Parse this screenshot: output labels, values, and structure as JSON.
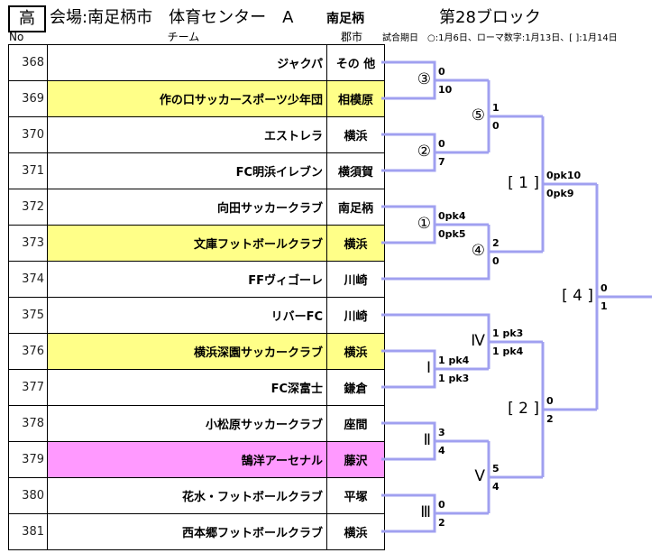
{
  "header": {
    "grade": "高",
    "venue": "会場:南足柄市　体育センター　A",
    "venue_city": "南足柄",
    "block_title": "第28ブロック",
    "schedule_note": "試合期日　○:1月6日、ローマ数字:1月13日、[ ]:1月14日"
  },
  "columns": {
    "no": "No",
    "team": "チーム",
    "city": "郡市"
  },
  "colors": {
    "bracket_line": "#a0a0f0",
    "highlight_yellow": "#ffff88",
    "highlight_pink": "#ff99ff"
  },
  "teams": [
    {
      "no": "368",
      "name": "ジャクパ",
      "city": "その 他",
      "highlight": "none"
    },
    {
      "no": "369",
      "name": "作の口サッカースポーツ少年団",
      "city": "相模原",
      "highlight": "yellow"
    },
    {
      "no": "370",
      "name": "エストレラ",
      "city": "横浜",
      "highlight": "none"
    },
    {
      "no": "371",
      "name": "FC明浜イレブン",
      "city": "横須賀",
      "highlight": "none"
    },
    {
      "no": "372",
      "name": "向田サッカークラブ",
      "city": "南足柄",
      "highlight": "none"
    },
    {
      "no": "373",
      "name": "文庫フットボールクラブ",
      "city": "横浜",
      "highlight": "yellow"
    },
    {
      "no": "374",
      "name": "FFヴィゴーレ",
      "city": "川崎",
      "highlight": "none"
    },
    {
      "no": "375",
      "name": "リバーFC",
      "city": "川崎",
      "highlight": "none"
    },
    {
      "no": "376",
      "name": "横浜深園サッカークラブ",
      "city": "横浜",
      "highlight": "yellow"
    },
    {
      "no": "377",
      "name": "FC深富士",
      "city": "鎌倉",
      "highlight": "none"
    },
    {
      "no": "378",
      "name": "小松原サッカークラブ",
      "city": "座間",
      "highlight": "none"
    },
    {
      "no": "379",
      "name": "鵠洋アーセナル",
      "city": "藤沢",
      "highlight": "pink"
    },
    {
      "no": "380",
      "name": "花水・フットボールクラブ",
      "city": "平塚",
      "highlight": "none"
    },
    {
      "no": "381",
      "name": "西本郷フットボールクラブ",
      "city": "横浜",
      "highlight": "none"
    }
  ],
  "matches": [
    {
      "id": "m3",
      "label": "③",
      "score_top": "0",
      "score_bottom": "10"
    },
    {
      "id": "m2",
      "label": "②",
      "score_top": "0",
      "score_bottom": "7"
    },
    {
      "id": "m5",
      "label": "⑤",
      "score_top": "1",
      "score_bottom": "0"
    },
    {
      "id": "m1",
      "label": "①",
      "score_top": "0pk4",
      "score_bottom": "0pk5"
    },
    {
      "id": "m4",
      "label": "④",
      "score_top": "2",
      "score_bottom": "0"
    },
    {
      "id": "b1",
      "label": "[ 1 ]",
      "score_top": "0pk10",
      "score_bottom": "0pk9"
    },
    {
      "id": "r4",
      "label": "Ⅳ",
      "score_top": "1 pk3",
      "score_bottom": "1 pk4"
    },
    {
      "id": "r1",
      "label": "Ⅰ",
      "score_top": "1 pk4",
      "score_bottom": "1 pk3"
    },
    {
      "id": "b2",
      "label": "[ 2 ]",
      "score_top": "0",
      "score_bottom": "2"
    },
    {
      "id": "r2",
      "label": "Ⅱ",
      "score_top": "3",
      "score_bottom": "4"
    },
    {
      "id": "r5",
      "label": "Ⅴ",
      "score_top": "5",
      "score_bottom": "4"
    },
    {
      "id": "r3",
      "label": "Ⅲ",
      "score_top": "0",
      "score_bottom": "2"
    },
    {
      "id": "b4",
      "label": "[ 4 ]",
      "score_top": "0",
      "score_bottom": "1"
    }
  ]
}
